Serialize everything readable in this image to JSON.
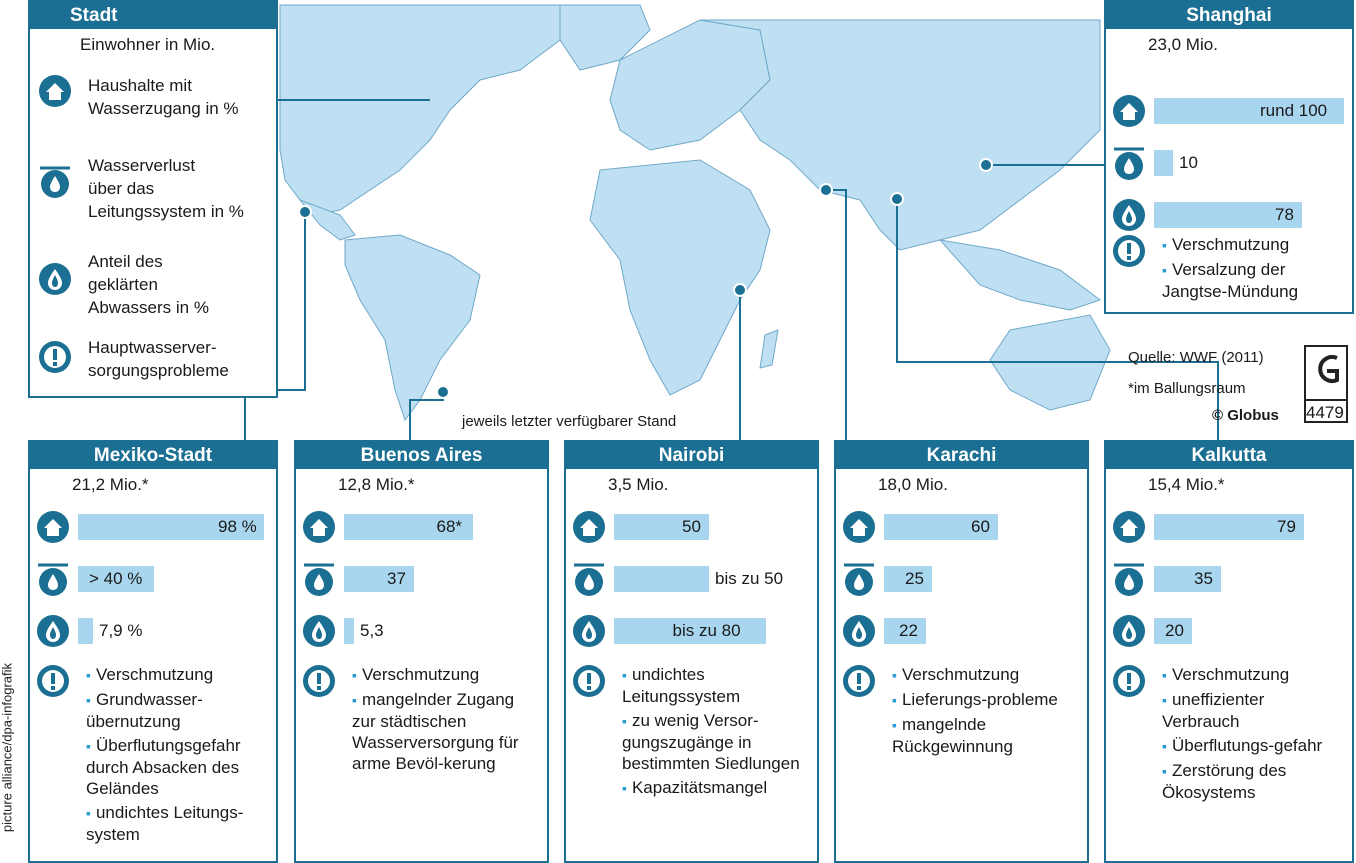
{
  "chart_data": {
    "type": "table",
    "legend": {
      "header": "Stadt",
      "population_label": "Einwohner in Mio.",
      "households_label": [
        "Haushalte mit",
        "Wasserzugang in %"
      ],
      "loss_label": [
        "Wasserverlust",
        "über das",
        "Leitungssystem in %"
      ],
      "treated_label": [
        "Anteil des",
        "geklärten",
        "Abwassers in %"
      ],
      "problems_label": [
        "Hauptwasserver-",
        "sorgungsprobleme"
      ]
    },
    "cities": [
      {
        "name": "Shanghai",
        "population": "23,0 Mio.",
        "households": {
          "value": 100,
          "label": "rund 100"
        },
        "loss": {
          "value": 10,
          "label": "10"
        },
        "treated": {
          "value": 78,
          "label": "78"
        },
        "problems": [
          "Verschmutzung",
          "Versalzung der Jangtse-Mündung"
        ]
      },
      {
        "name": "Mexiko-Stadt",
        "population": "21,2 Mio.*",
        "households": {
          "value": 98,
          "label": "98 %"
        },
        "loss": {
          "value": 40,
          "label": "> 40 %"
        },
        "treated": {
          "value": 7.9,
          "label": "7,9 %"
        },
        "problems": [
          "Verschmutzung",
          "Grundwasser-übernutzung",
          "Überflutungsgefahr durch Absacken des Geländes",
          "undichtes Leitungs-system"
        ]
      },
      {
        "name": "Buenos Aires",
        "population": "12,8 Mio.*",
        "households": {
          "value": 68,
          "label": "68*"
        },
        "loss": {
          "value": 37,
          "label": "37"
        },
        "treated": {
          "value": 5.3,
          "label": "5,3"
        },
        "problems": [
          "Verschmutzung",
          "mangelnder Zugang zur städtischen Wasserversorgung für arme Bevöl-kerung"
        ]
      },
      {
        "name": "Nairobi",
        "population": "3,5 Mio.",
        "households": {
          "value": 50,
          "label": "50"
        },
        "loss": {
          "value": 50,
          "label": "bis zu 50"
        },
        "treated": {
          "value": 80,
          "label": "bis zu 80"
        },
        "problems": [
          "undichtes Leitungssystem",
          "zu wenig Versor-gungszugänge in bestimmten Siedlungen",
          "Kapazitätsmangel"
        ]
      },
      {
        "name": "Karachi",
        "population": "18,0 Mio.",
        "households": {
          "value": 60,
          "label": "60"
        },
        "loss": {
          "value": 25,
          "label": "25"
        },
        "treated": {
          "value": 22,
          "label": "22"
        },
        "problems": [
          "Verschmutzung",
          "Lieferungs-probleme",
          "mangelnde Rückgewinnung"
        ]
      },
      {
        "name": "Kalkutta",
        "population": "15,4 Mio.*",
        "households": {
          "value": 79,
          "label": "79"
        },
        "loss": {
          "value": 35,
          "label": "35"
        },
        "treated": {
          "value": 20,
          "label": "20"
        },
        "problems": [
          "Verschmutzung",
          "uneffizienter Verbrauch",
          "Überflutungs-gefahr",
          "Zerstörung des Ökosystems"
        ]
      }
    ],
    "note": "jeweils letzter verfügbarer Stand",
    "source": "Quelle: WWF (2011)",
    "footnote": "*im Ballungsraum",
    "copyright": "© Globus",
    "code": "4479",
    "credit": "picture alliance/dpa-infografik"
  },
  "colors": {
    "primary": "#1b6f93",
    "bar": "#a9d6ef",
    "land": "#bfe0f3",
    "bullet": "#2a9bd0"
  }
}
